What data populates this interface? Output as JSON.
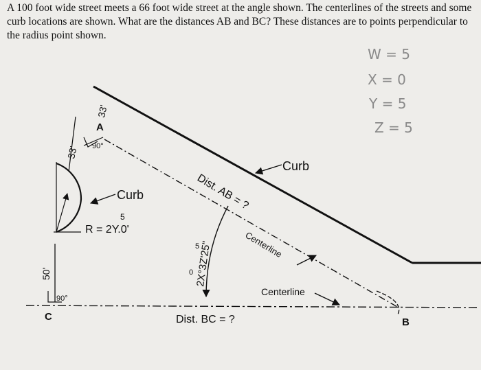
{
  "problem_text": "A 100 foot wide street meets a 66 foot wide street at the angle shown. The centerlines of the streets and some curb locations are shown. What are the distances AB and BC? These distances are to points perpendicular to the radius point shown.",
  "handwritten": {
    "w": "W = 5",
    "x": "X = 0",
    "y": "Y = 5",
    "z": "Z = 5"
  },
  "labels": {
    "point_a": "A",
    "point_b": "B",
    "point_c": "C",
    "curb_top": "Curb",
    "curb_left": "Curb",
    "radius": "R = 2Y.0'",
    "radius_note": "5",
    "dist_ab": "Dist. AB = ?",
    "dist_bc": "Dist. BC = ?",
    "centerline_diag": "Centerline",
    "centerline_horiz": "Centerline",
    "angle": "2X°3Z'25\"",
    "angle_note_x": "0",
    "angle_note_z": "5",
    "dim_33a": "33'",
    "dim_33b": "33'",
    "dim_50": "50'",
    "right_angle_a": "90°",
    "right_angle_c": "90°"
  },
  "colors": {
    "ink": "#111111",
    "pencil": "#8a8a8a",
    "paper": "#eeedea"
  }
}
